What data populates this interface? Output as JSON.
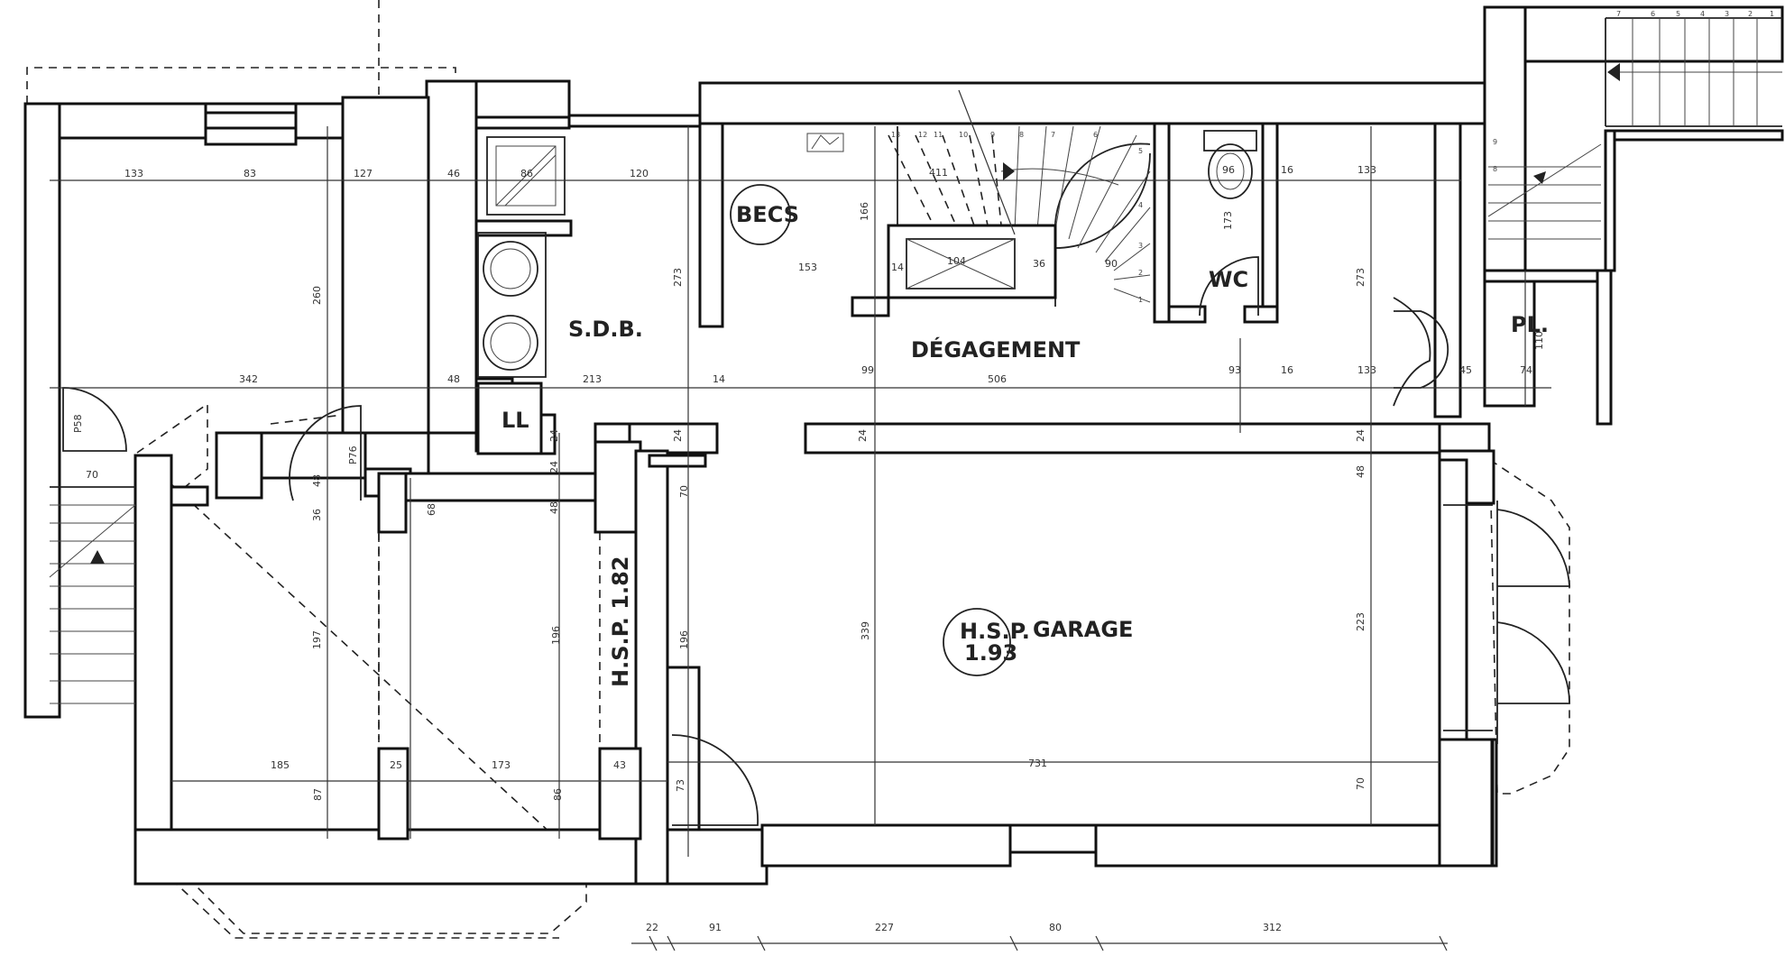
{
  "rooms": {
    "sdb": "S.D.B.",
    "becs": "BECS",
    "degagement": "DÉGAGEMENT",
    "wc": "WC",
    "pl": "PL.",
    "ll": "LL",
    "garage": "GARAGE",
    "hsp_garage_line1": "H.S.P.",
    "hsp_garage_line2": "1.93",
    "hsp_side": "H.S.P. 1.82"
  },
  "dims_h": [
    "133",
    "83",
    "127",
    "46",
    "86",
    "120",
    "153",
    "14",
    "36",
    "90",
    "96",
    "16",
    "133",
    "342",
    "48",
    "213",
    "14",
    "99",
    "506",
    "93",
    "16",
    "133",
    "45",
    "74",
    "24",
    "24",
    "24",
    "185",
    "25",
    "173",
    "43",
    "731",
    "22",
    "91",
    "227",
    "80",
    "312",
    "70",
    "104"
  ],
  "dims_v": [
    "260",
    "273",
    "166",
    "411",
    "173",
    "273",
    "110",
    "P76",
    "P58",
    "48",
    "36",
    "70",
    "197",
    "196",
    "196",
    "339",
    "223",
    "87",
    "86",
    "73",
    "70",
    "68",
    "24",
    "48",
    "48",
    "24"
  ],
  "stair_nums_top": [
    "13",
    "12",
    "11",
    "10",
    "9",
    "8",
    "7",
    "6",
    "5",
    "4",
    "3",
    "2",
    "1"
  ],
  "stair_nums_right": [
    "7",
    "6",
    "5",
    "4",
    "3",
    "2",
    "1"
  ],
  "stair_nums_side": [
    "9",
    "8"
  ]
}
